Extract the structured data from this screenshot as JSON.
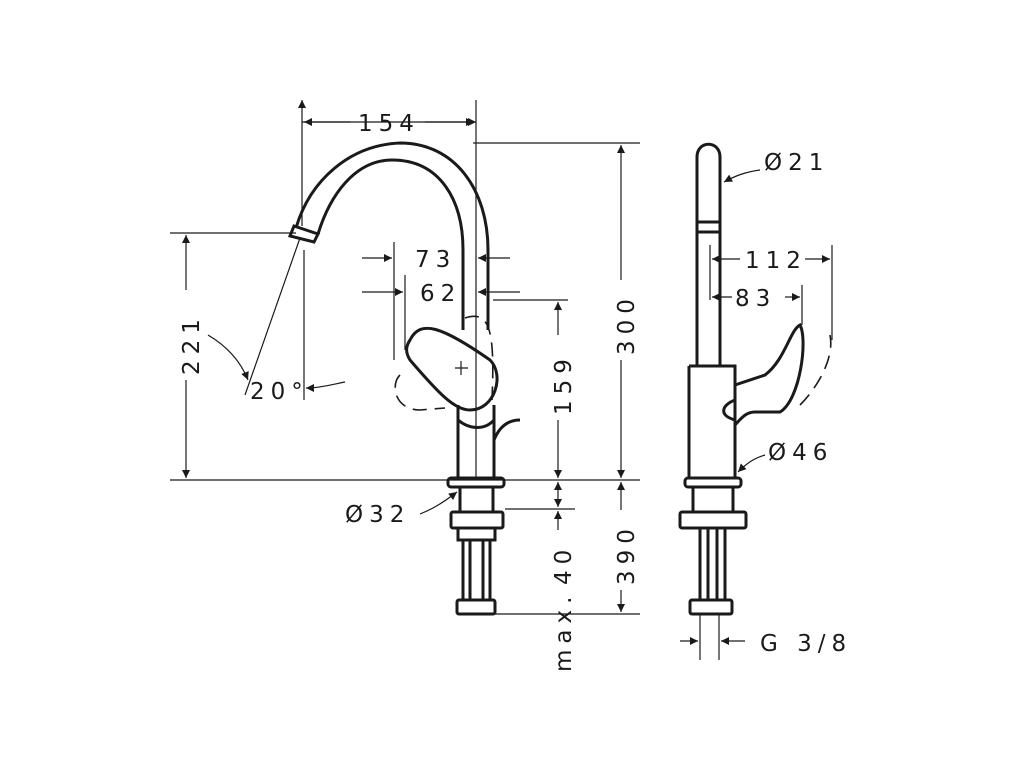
{
  "title": "Faucet technical dimension drawing",
  "colors": {
    "line": "#1a1a1a",
    "background": "#ffffff"
  },
  "front_view": {
    "width_spout": "154",
    "handle_reach": "73",
    "handle_reach_2": "62",
    "spout_height": "221",
    "swivel_angle": "20°",
    "handle_height": "159",
    "total_height": "300",
    "base_diameter": "Ø32",
    "max_deck_thickness": "40",
    "max_label": "max.",
    "hose_length": "390"
  },
  "side_view": {
    "spout_diameter": "Ø21",
    "handle_reach_open": "112",
    "handle_reach": "83",
    "body_diameter": "Ø46",
    "connection_thread": "G 3/8"
  }
}
